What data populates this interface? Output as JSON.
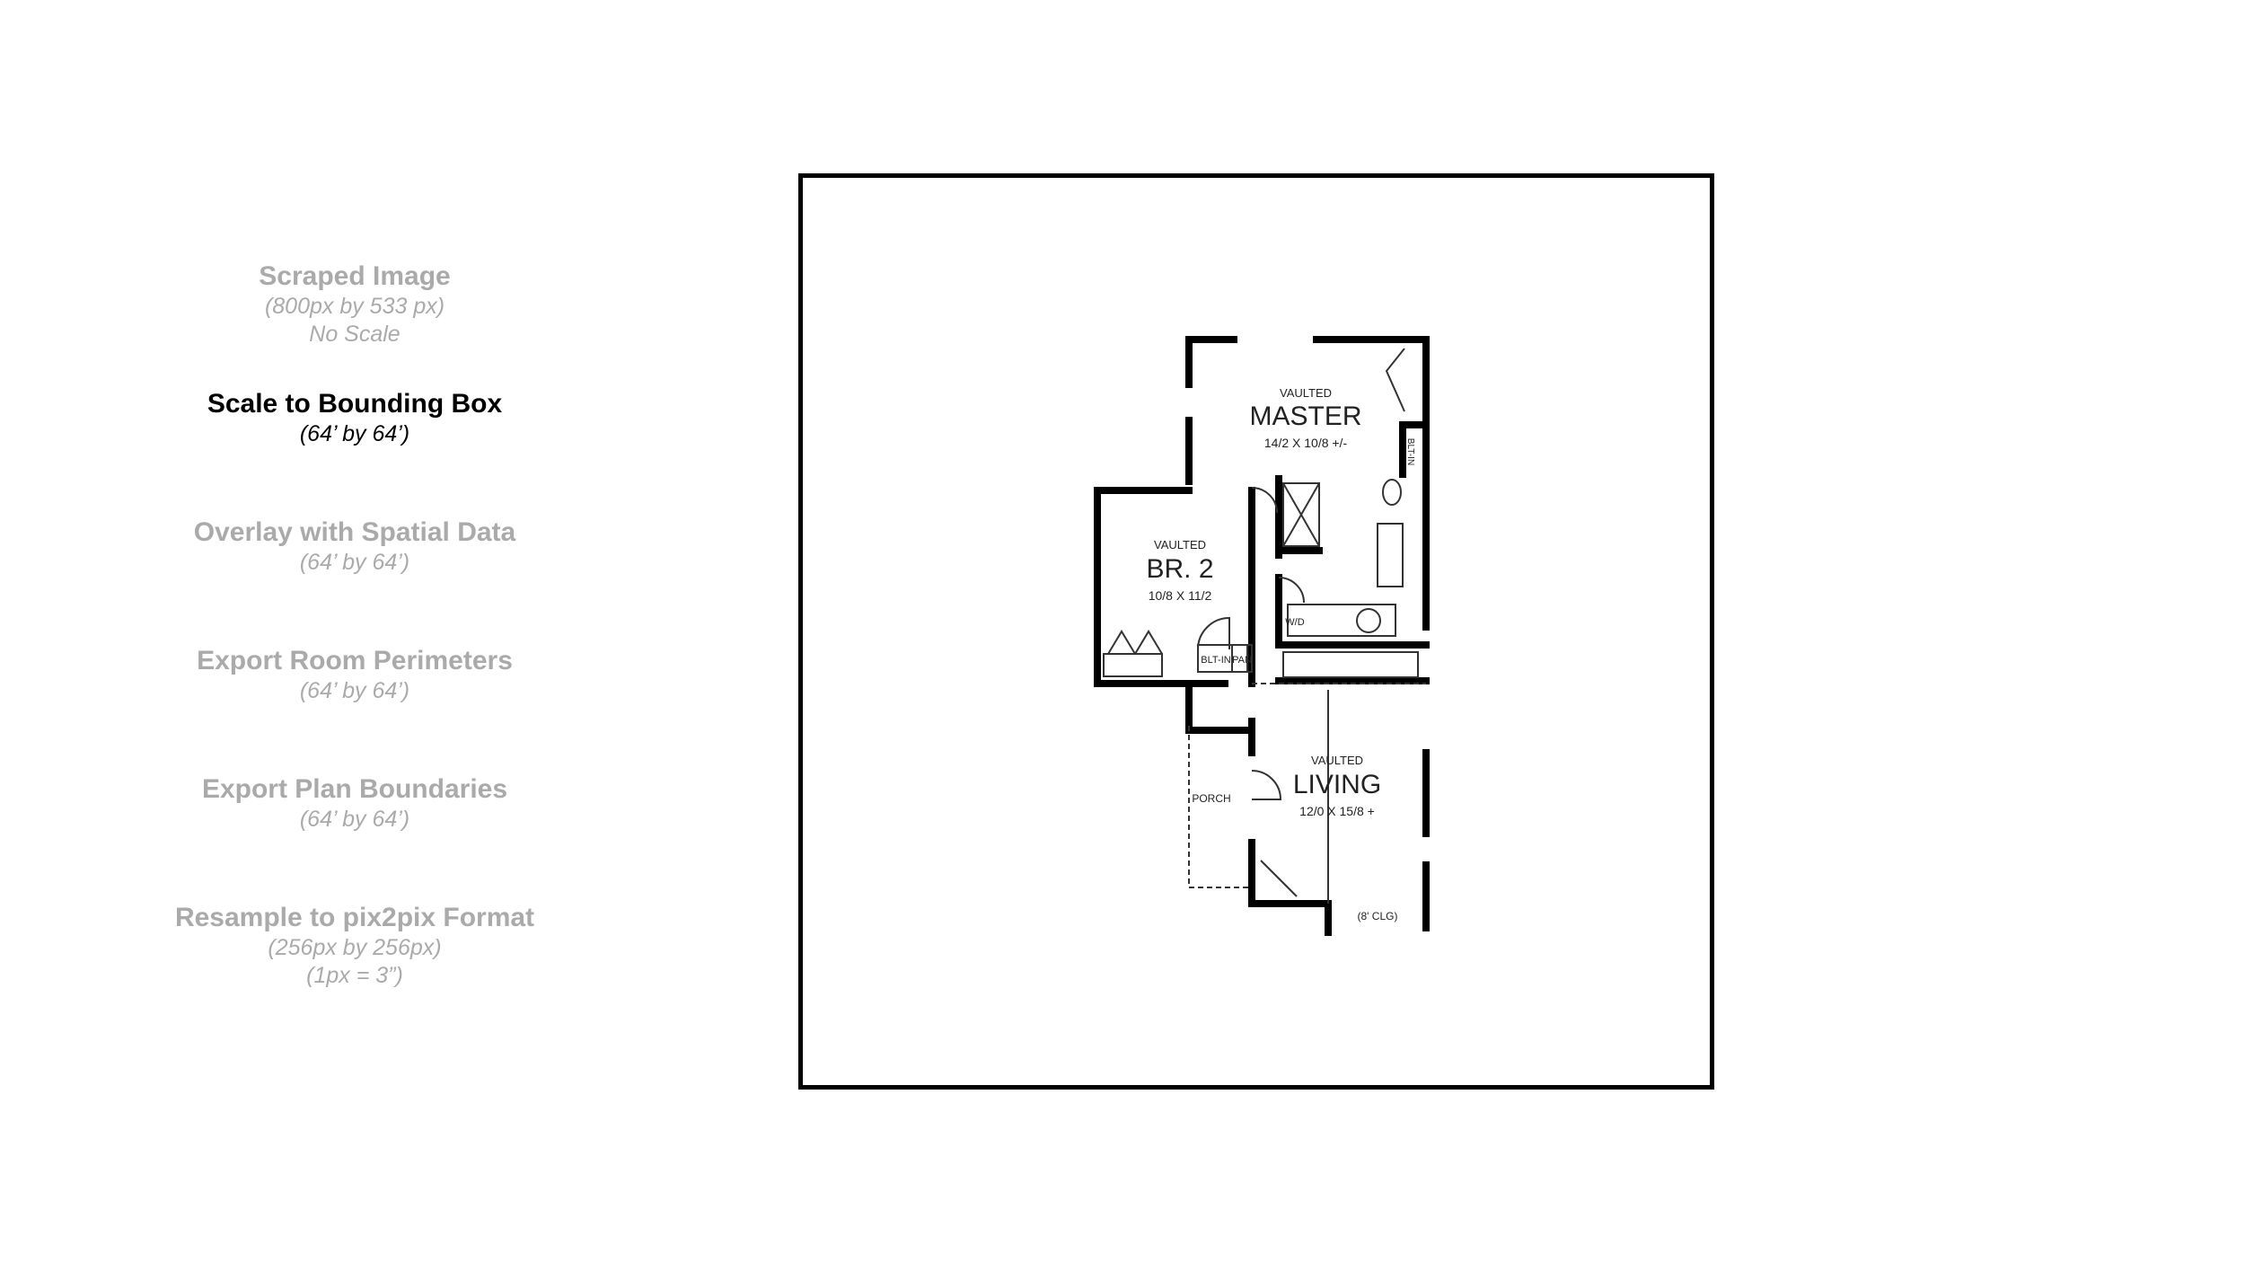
{
  "steps": [
    {
      "title": "Scraped Image",
      "lines": [
        "(800px by 533 px)",
        "No Scale"
      ],
      "active": false
    },
    {
      "title": "Scale to Bounding Box",
      "lines": [
        "(64’ by 64’)"
      ],
      "active": true
    },
    {
      "title": "Overlay with Spatial Data",
      "lines": [
        "(64’ by 64’)"
      ],
      "active": false
    },
    {
      "title": "Export Room Perimeters",
      "lines": [
        "(64’ by 64’)"
      ],
      "active": false
    },
    {
      "title": "Export Plan Boundaries",
      "lines": [
        "(64’ by 64’)"
      ],
      "active": false
    },
    {
      "title": "Resample to pix2pix Format",
      "lines": [
        "(256px by 256px)",
        "(1px = 3”)"
      ],
      "active": false
    }
  ],
  "plan": {
    "master": {
      "note": "VAULTED",
      "name": "MASTER",
      "dims": "14/2 X 10/8 +/-"
    },
    "br2": {
      "note": "VAULTED",
      "name": "BR. 2",
      "dims": "10/8 X 11/2"
    },
    "living": {
      "note": "VAULTED",
      "name": "LIVING",
      "dims": "12/0 X 15/8 +"
    },
    "labels": {
      "blt_in_master": "BLT-IN",
      "blt_in_hall": "BLT-IN",
      "pan": "PAN",
      "wd": "W/D",
      "porch": "PORCH",
      "ceiling": "(8' CLG)"
    }
  }
}
